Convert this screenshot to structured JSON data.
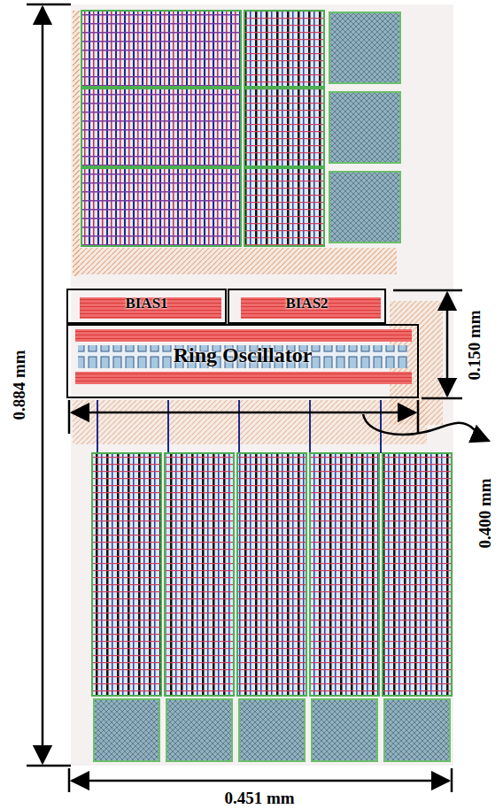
{
  "diagram": {
    "nodes": [
      {
        "text": [
          "BIAS1"
        ]
      },
      {
        "text": [
          "BIAS2"
        ]
      },
      {
        "text": [
          "Ring Oscillator"
        ]
      }
    ],
    "labels": [
      "0.884 mm",
      "0.150 mm",
      "0.400 mm",
      "0.451 mm"
    ]
  }
}
